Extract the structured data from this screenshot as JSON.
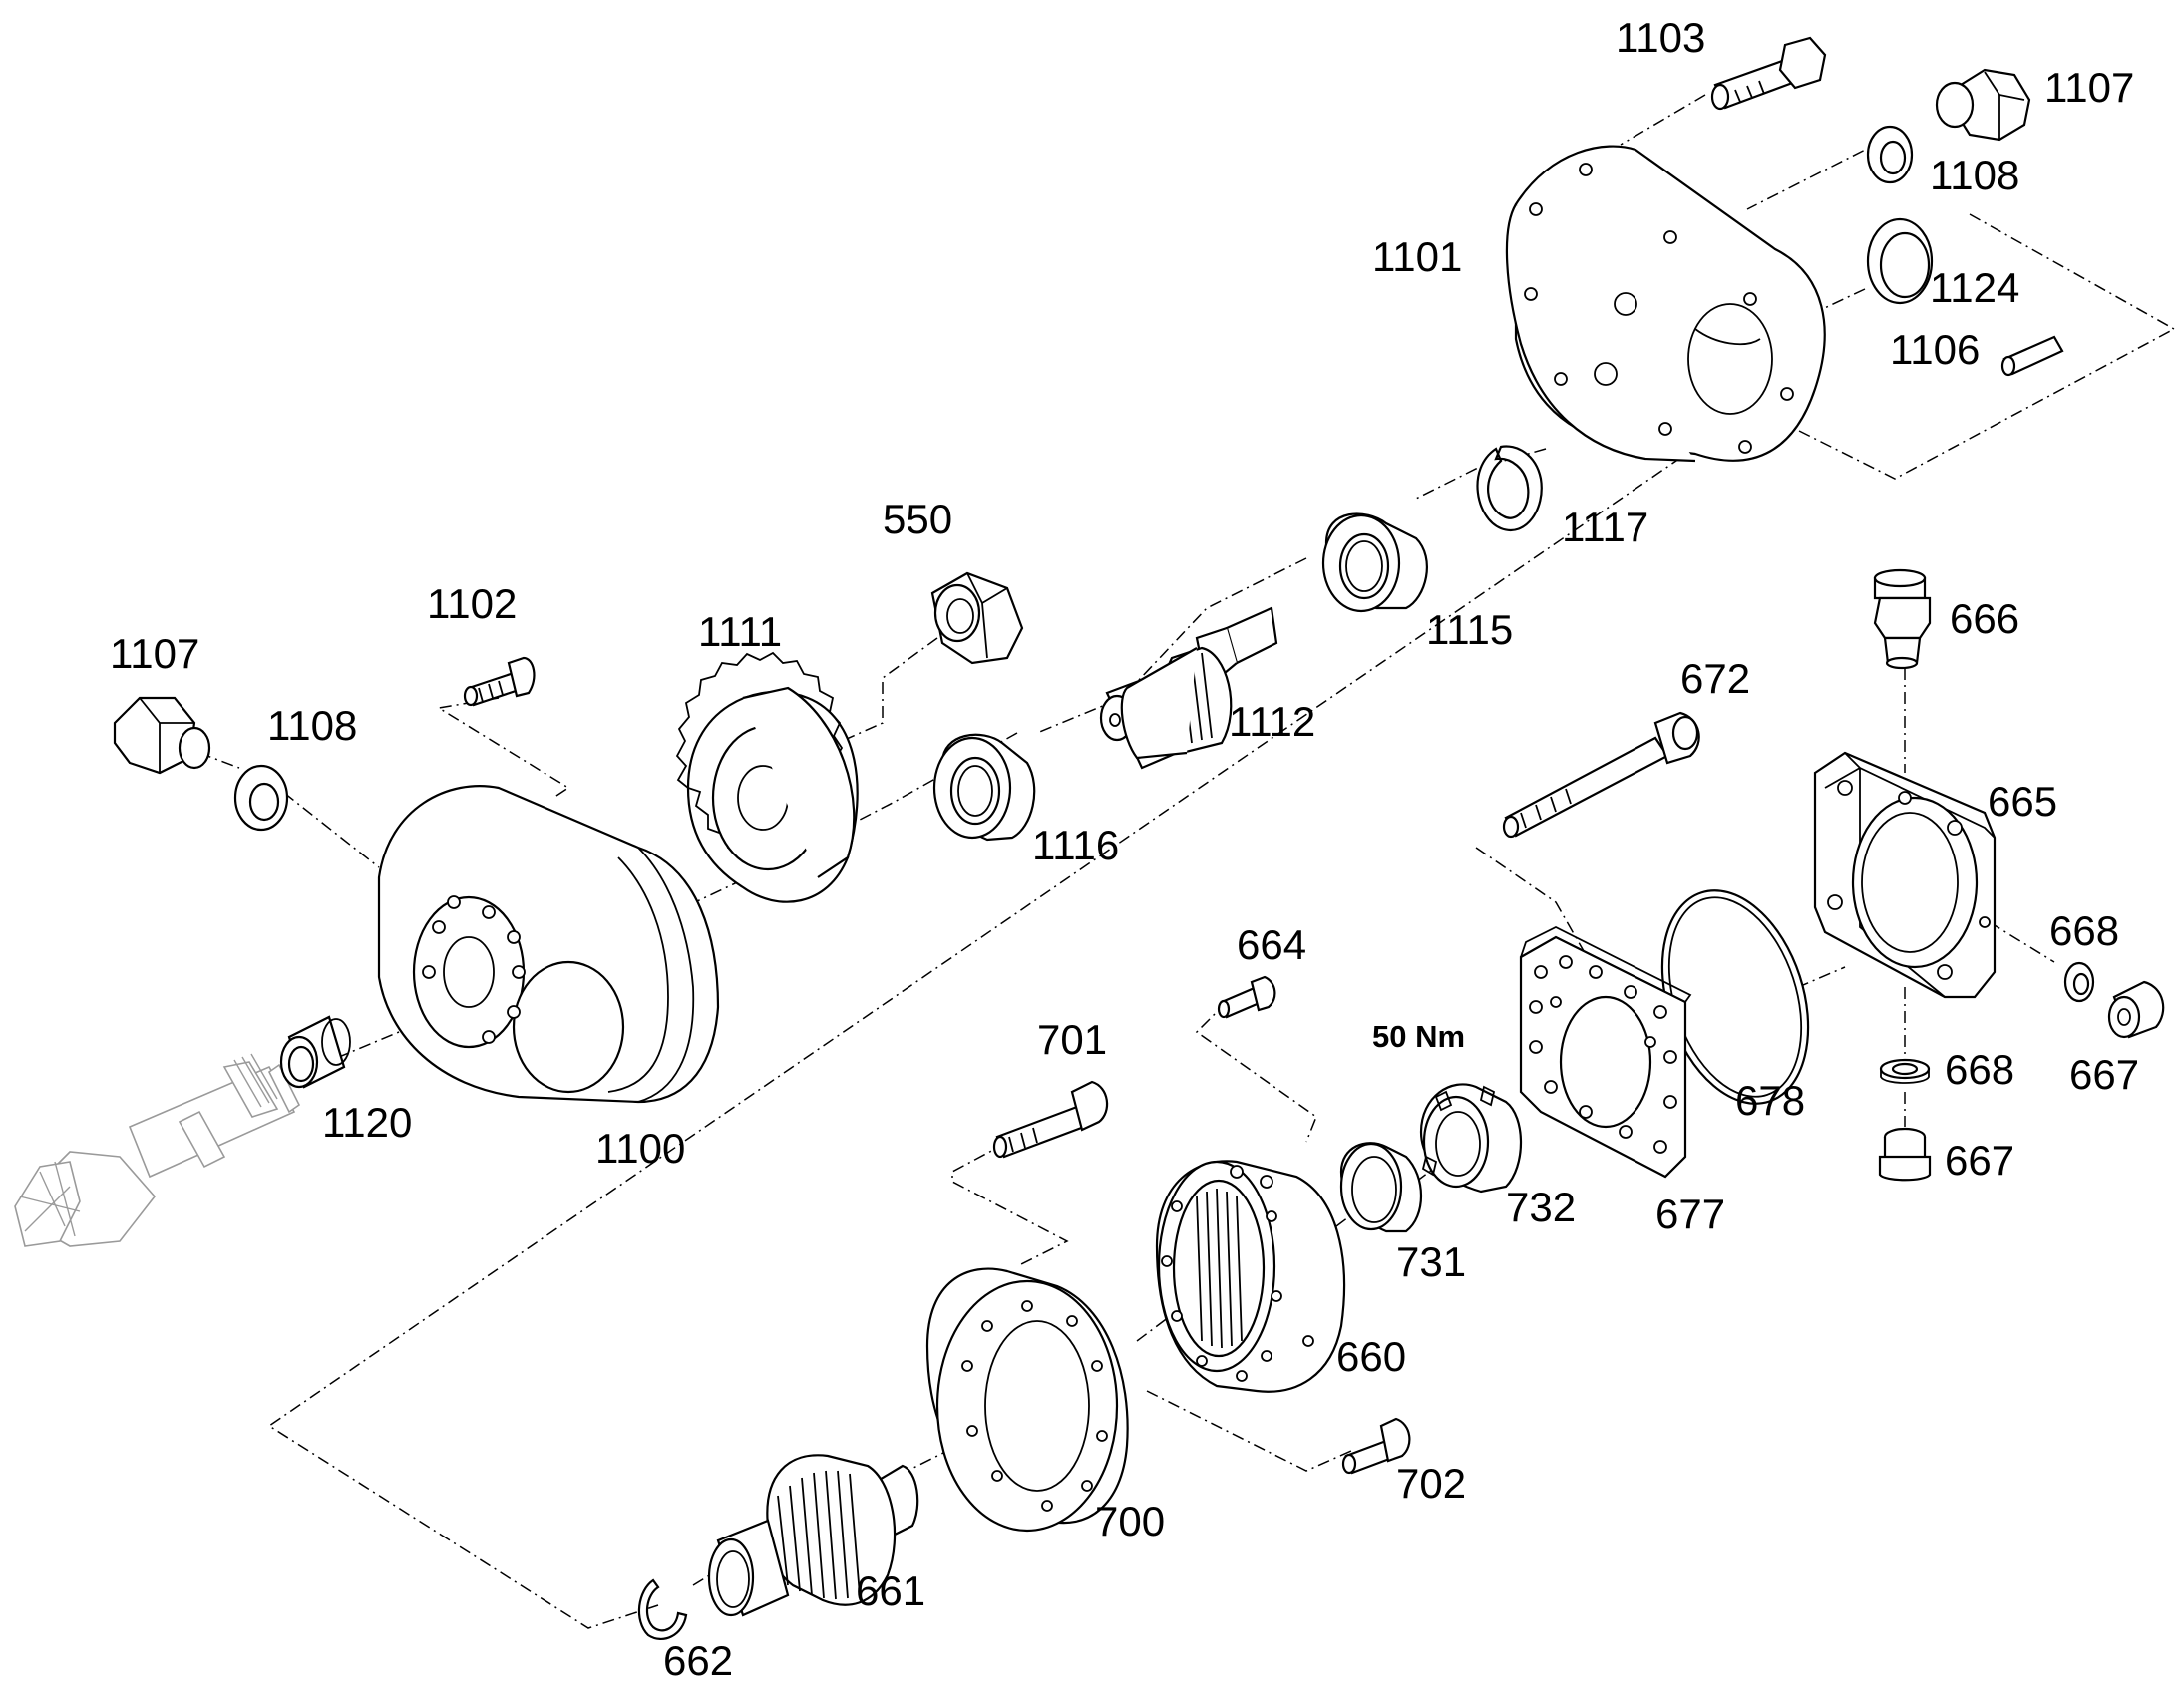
{
  "diagram": {
    "torque_note": "50 Nm",
    "labels": [
      {
        "id": "1103",
        "text": "1103"
      },
      {
        "id": "1107a",
        "text": "1107"
      },
      {
        "id": "1108a",
        "text": "1108"
      },
      {
        "id": "1101",
        "text": "1101"
      },
      {
        "id": "1124",
        "text": "1124"
      },
      {
        "id": "1106",
        "text": "1106"
      },
      {
        "id": "1117",
        "text": "1117"
      },
      {
        "id": "550",
        "text": "550"
      },
      {
        "id": "1102",
        "text": "1102"
      },
      {
        "id": "1111",
        "text": "1111"
      },
      {
        "id": "1115",
        "text": "1115"
      },
      {
        "id": "672",
        "text": "672"
      },
      {
        "id": "666",
        "text": "666"
      },
      {
        "id": "1107b",
        "text": "1107"
      },
      {
        "id": "1108b",
        "text": "1108"
      },
      {
        "id": "1112",
        "text": "1112"
      },
      {
        "id": "1116",
        "text": "1116"
      },
      {
        "id": "665",
        "text": "665"
      },
      {
        "id": "668a",
        "text": "668"
      },
      {
        "id": "664",
        "text": "664"
      },
      {
        "id": "701",
        "text": "701"
      },
      {
        "id": "1120",
        "text": "1120"
      },
      {
        "id": "668b",
        "text": "668"
      },
      {
        "id": "667a",
        "text": "667"
      },
      {
        "id": "678",
        "text": "678"
      },
      {
        "id": "1100",
        "text": "1100"
      },
      {
        "id": "667b",
        "text": "667"
      },
      {
        "id": "732",
        "text": "732"
      },
      {
        "id": "677",
        "text": "677"
      },
      {
        "id": "731",
        "text": "731"
      },
      {
        "id": "660",
        "text": "660"
      },
      {
        "id": "702",
        "text": "702"
      },
      {
        "id": "700",
        "text": "700"
      },
      {
        "id": "661",
        "text": "661"
      },
      {
        "id": "662",
        "text": "662"
      }
    ]
  }
}
